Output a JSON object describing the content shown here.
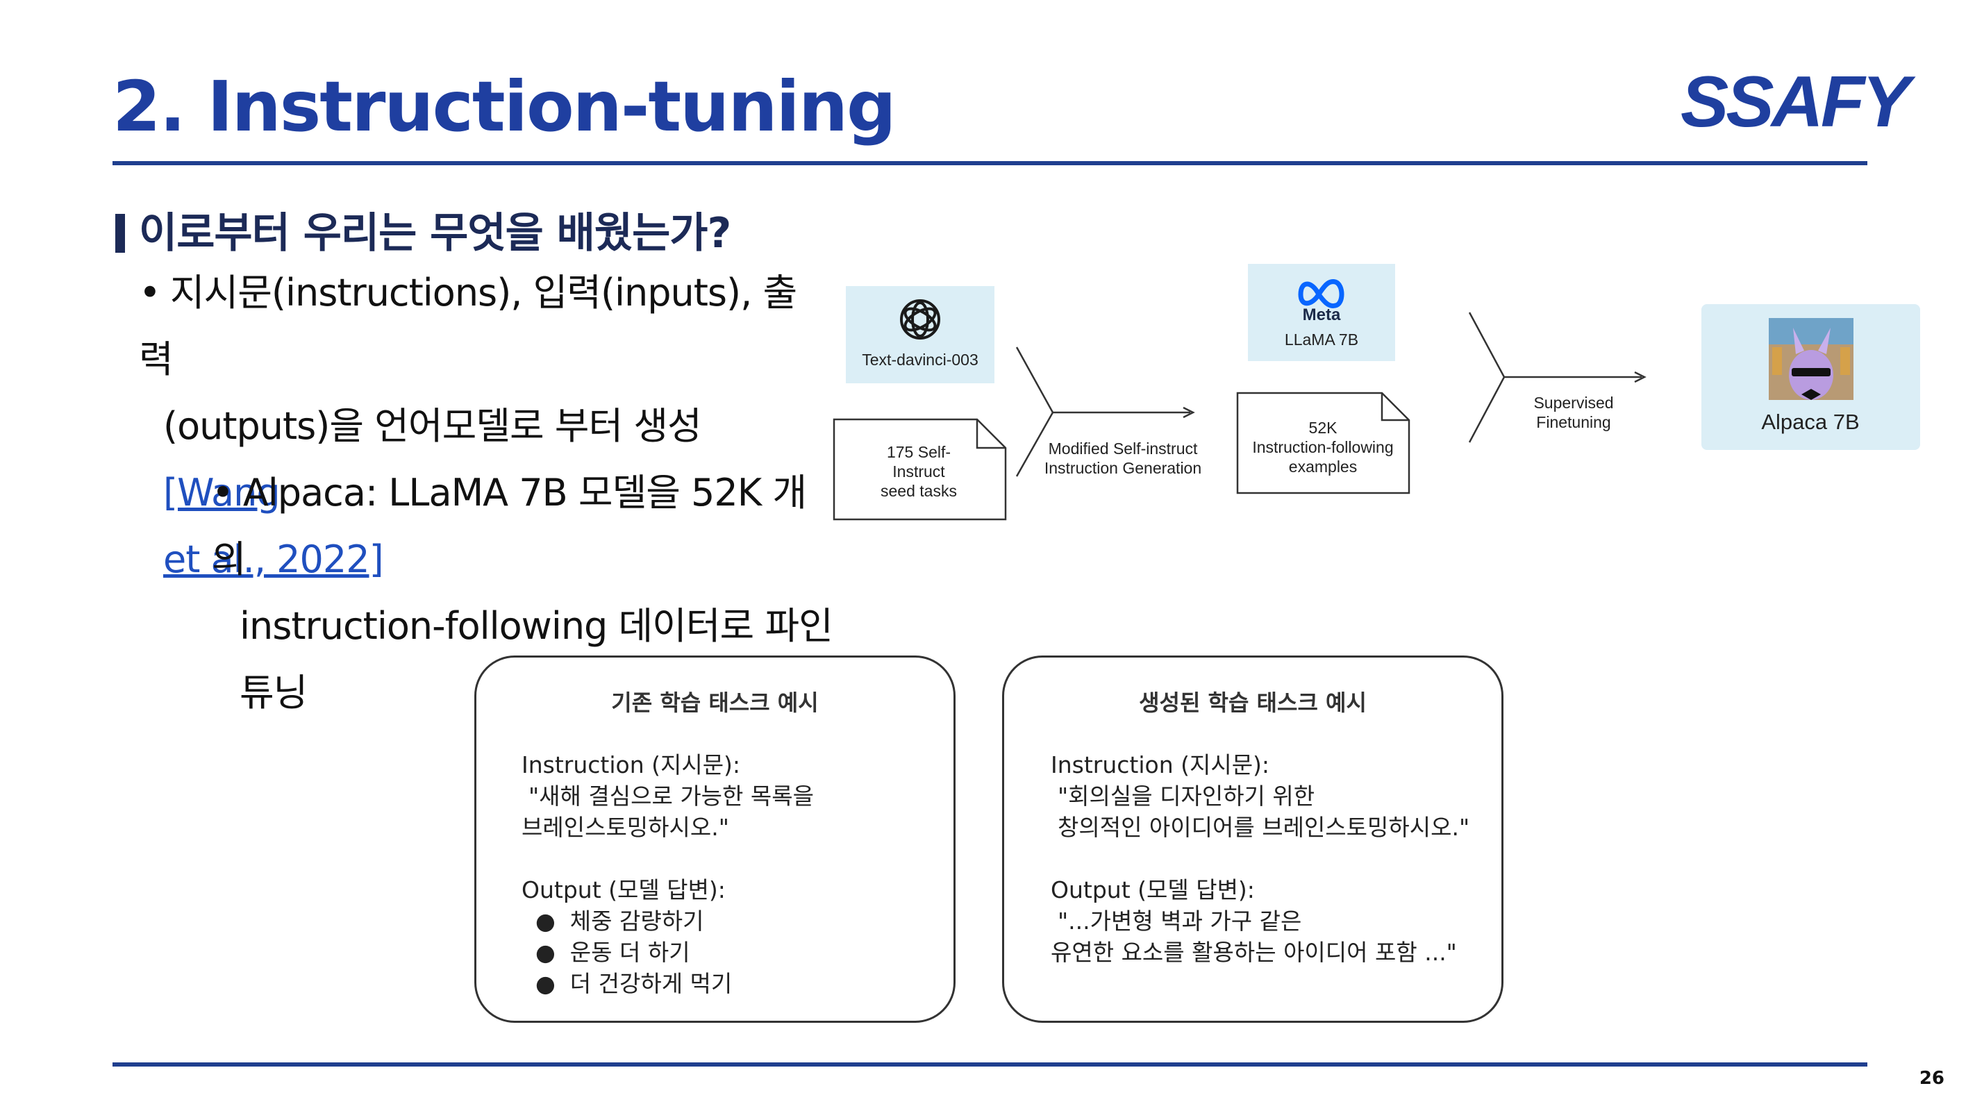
{
  "slide": {
    "title": "2. Instruction-tuning",
    "logo": "SSAFY",
    "page_number": "26",
    "colors": {
      "primary": "#1f3fa0",
      "rule": "#1f3f8f",
      "link": "#1f4fbf",
      "node_fill": "#dbeef6"
    }
  },
  "content": {
    "heading": "이로부터 우리는 무엇을 배웠는가?",
    "bullet1": {
      "dot": "•",
      "line1": "지시문(instructions), 입력(inputs), 출력",
      "line2_text": "(outputs)을 언어모델로 부터 생성 ",
      "link_part1": "[Wang",
      "link_part2": "et al., 2022]"
    },
    "bullet2": {
      "dot": "•",
      "line1": "Alpaca: LLaMA 7B 모델을 52K 개의",
      "line2": "instruction-following 데이터로 파인",
      "line3": "튜닝"
    }
  },
  "diagram": {
    "davinci_label": "Text-davinci-003",
    "openai_icon": "openai-logo-icon",
    "meta_logo": "Meta",
    "meta_icon": "meta-infinity-icon",
    "llama_label": "LLaMA 7B",
    "seed_doc": [
      "175 Self-",
      "Instruct",
      "seed tasks"
    ],
    "modified_label": [
      "Modified Self-instruct",
      "Instruction Generation"
    ],
    "examples_doc": [
      "52K",
      "Instruction-following",
      "examples"
    ],
    "supervised_label": [
      "Supervised",
      "Finetuning"
    ],
    "alpaca_label": "Alpaca 7B",
    "alpaca_icon": "alpaca-llama-icon"
  },
  "example_boxes": {
    "existing": {
      "title": "기존 학습 태스크 예시",
      "instruction_label": "Instruction (지시문):",
      "instruction_lines": [
        "\"새해 결심으로 가능한 목록을",
        "브레인스토밍하시오.\""
      ],
      "output_label": "Output (모델 답변):",
      "output_items": [
        "체중 감량하기",
        "운동 더 하기",
        "더 건강하게 먹기"
      ]
    },
    "generated": {
      "title": "생성된 학습 태스크 예시",
      "instruction_label": "Instruction (지시문):",
      "instruction_lines": [
        "\"회의실을 디자인하기 위한",
        "창의적인 아이디어를 브레인스토밍하시오.\""
      ],
      "output_label": "Output (모델 답변):",
      "output_lines": [
        "\"...가변형 벽과 가구 같은",
        "유연한 요소를 활용하는 아이디어 포함 ...\""
      ]
    }
  }
}
